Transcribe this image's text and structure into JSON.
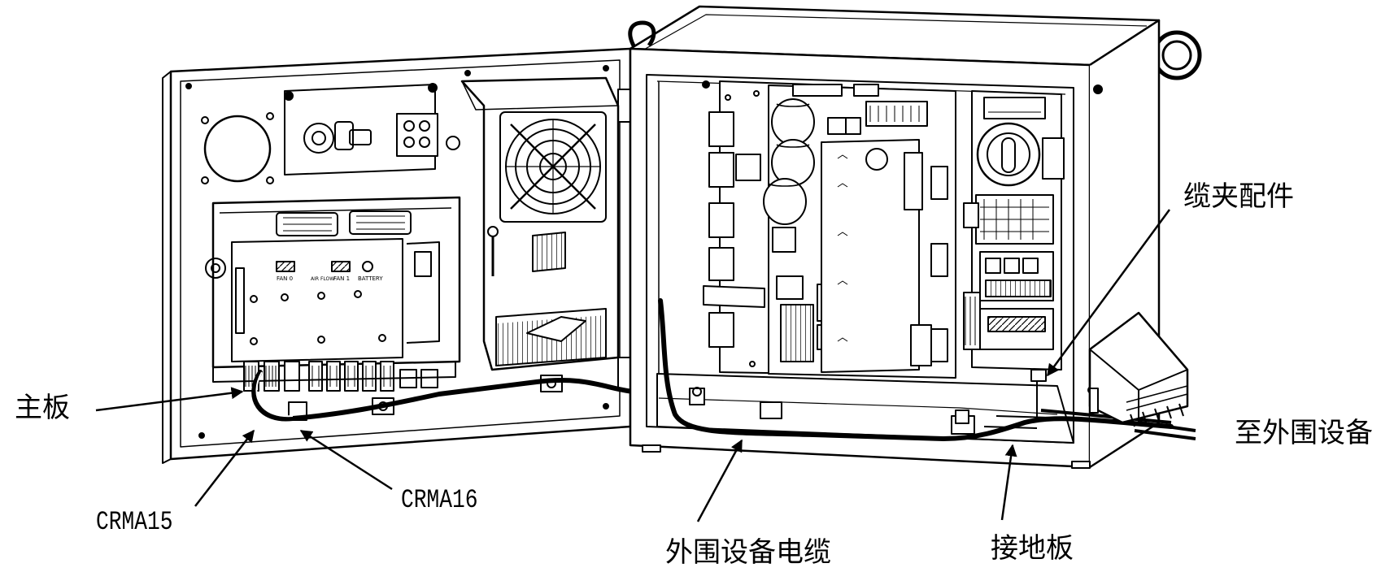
{
  "labels": {
    "mainboard": "主板",
    "crma15": "CRMA15",
    "crma16": "CRMA16",
    "peripheral_cable": "外围设备电缆",
    "ground_plate": "接地板",
    "cable_clamp": "缆夹配件",
    "to_peripheral": "至外围设备"
  }
}
